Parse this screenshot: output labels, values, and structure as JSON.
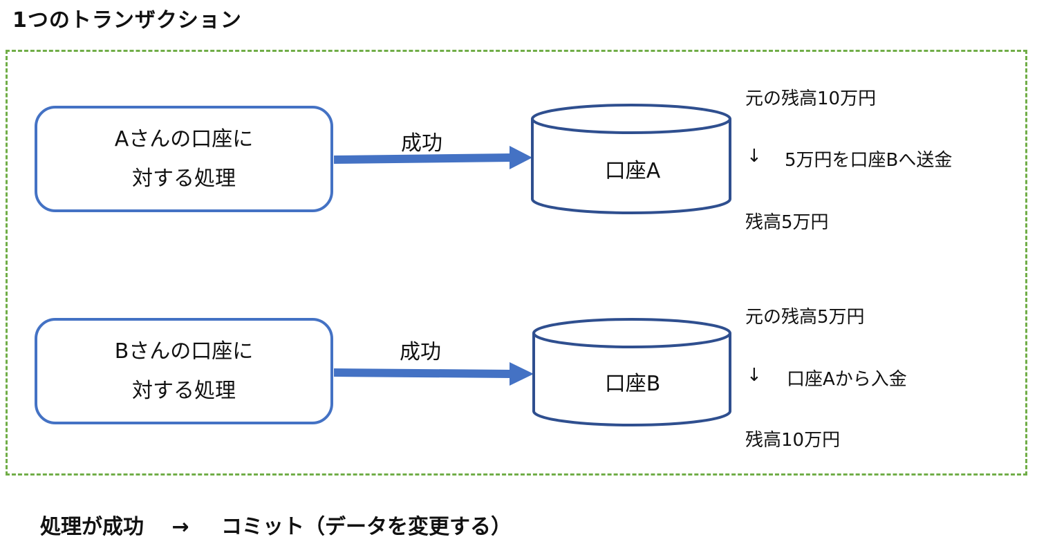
{
  "title": "1つのトランザクション",
  "process_a": {
    "line1": "Aさんの口座に",
    "line2": "対する処理"
  },
  "process_b": {
    "line1": "Bさんの口座に",
    "line2": "対する処理"
  },
  "arrow_a_label": "成功",
  "arrow_b_label": "成功",
  "db_a": "口座A",
  "db_b": "口座B",
  "notes_a": {
    "original": "元の残高10万円",
    "arrow": "↓",
    "action": "5万円を口座Bへ送金",
    "result": "残高5万円"
  },
  "notes_b": {
    "original": "元の残高5万円",
    "arrow": "↓",
    "action": "口座Aから入金",
    "result": "残高10万円"
  },
  "footer": {
    "condition": "処理が成功",
    "arrow": "→",
    "outcome": "コミット（データを変更する）"
  },
  "colors": {
    "frame_border": "#70ad47",
    "box_border": "#4472c4",
    "arrow": "#4472c4",
    "cylinder_stroke": "#2f4f8f"
  }
}
